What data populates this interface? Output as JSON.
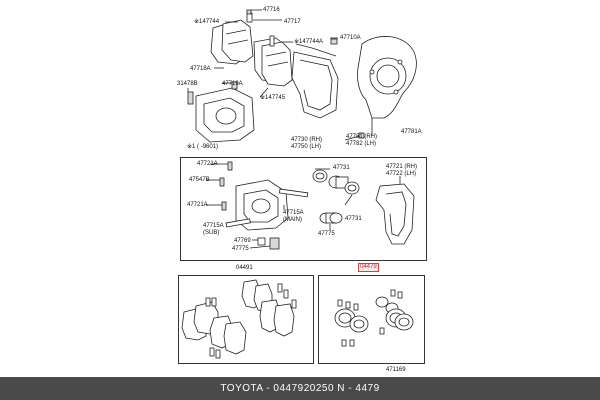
{
  "top_labels": {
    "p47716": "47716",
    "p147744_top": "※147744",
    "p47717": "47717",
    "p47710A": "47710A",
    "p147744A": "※147744A",
    "p47718A": "47718A",
    "p47719A": "47719A",
    "p31478B": "31478B",
    "p147745": "※147745",
    "p9601": "※1  ( -9601)",
    "p47730RH": "47730 (RH)",
    "p47750LH": "47750 (LH)",
    "p47781RH": "47781 (RH)",
    "p47782LH": "47782 (LH)",
    "p47781A": "47781A"
  },
  "mid_labels": {
    "p47721A_1": "47721A",
    "p47547B": "47547B",
    "p47721A_2": "47721A",
    "p47731_1": "47731",
    "p47721RH": "47721 (RH)",
    "p47722LH": "47722 (LH)",
    "p47715A_main": "47715A",
    "p47715A_main_sub": "(MAIN)",
    "p47715A_sub": "47715A",
    "p47715A_sub_sub": "(SUB)",
    "p47731_2": "47731",
    "p47775_1": "47775",
    "p47769": "47769",
    "p47775_2": "47775"
  },
  "bottom_labels": {
    "p04491": "04491",
    "p04479": "04479",
    "p471169": "471169"
  },
  "footer": {
    "text": "TOYOTA - 0447920250    N - 4479"
  }
}
